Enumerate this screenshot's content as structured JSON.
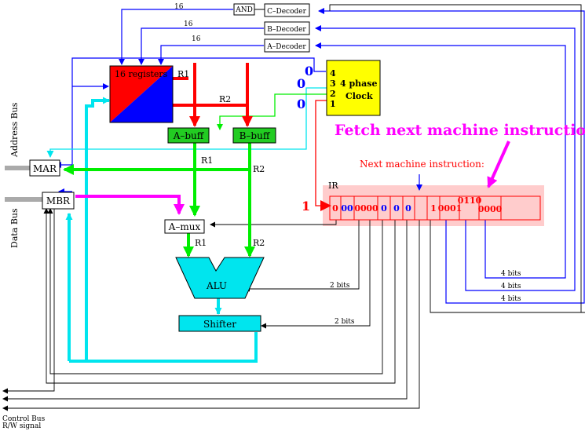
{
  "title": "Fetch next machine instruction",
  "subtitle": "Next machine instruction:",
  "register_file": {
    "label": "16 registers",
    "r1": "R1",
    "r2": "R2"
  },
  "decoders": {
    "c": "C–Decoder",
    "b": "B–Decoder",
    "a": "A–Decoder",
    "and": "AND",
    "width": "16"
  },
  "clock": {
    "label1": "4 phase",
    "label2": "Clock",
    "phases": [
      "4",
      "3",
      "2",
      "1"
    ],
    "values": [
      "0",
      "0",
      "0"
    ]
  },
  "buffers": {
    "a": "A–buff",
    "b": "B–buff"
  },
  "mar": "MAR",
  "mbr": "MBR",
  "amux": "A–mux",
  "alu": "ALU",
  "shifter": "Shifter",
  "bus_r1": "R1",
  "bus_r2": "R2",
  "address_bus": "Address Bus",
  "data_bus": "Data Bus",
  "control_bus": "Control Bus",
  "rw_signal": "R/W signal",
  "ir": {
    "label": "IR",
    "input_bit": "1",
    "fields": [
      {
        "text": "0",
        "color": "#ff0000"
      },
      {
        "text": "00",
        "color": "#0000ff"
      },
      {
        "text": "00",
        "color": "#ff0000"
      },
      {
        "text": "00",
        "color": "#ff0000"
      },
      {
        "text": "0",
        "color": "#0000ff"
      },
      {
        "text": "0",
        "color": "#0000ff"
      },
      {
        "text": "0",
        "color": "#0000ff"
      },
      {
        "text": "1",
        "color": "#ff0000"
      },
      {
        "text": "0001",
        "color": "#ff0000"
      },
      {
        "text": "0110",
        "color": "#ff0000"
      },
      {
        "text": "0000",
        "color": "#ff0000"
      }
    ]
  },
  "bits": {
    "two_alu": "2 bits",
    "two_shift": "2 bits",
    "four_a": "4 bits",
    "four_b": "4 bits",
    "four_c": "4 bits"
  },
  "colors": {
    "magenta": "#ff00ff",
    "green": "#00ee00",
    "red": "#ff0000",
    "blue": "#0000ff",
    "cyan": "#00e5ee",
    "yellow": "#ffff00",
    "pink": "#ffcccc"
  }
}
